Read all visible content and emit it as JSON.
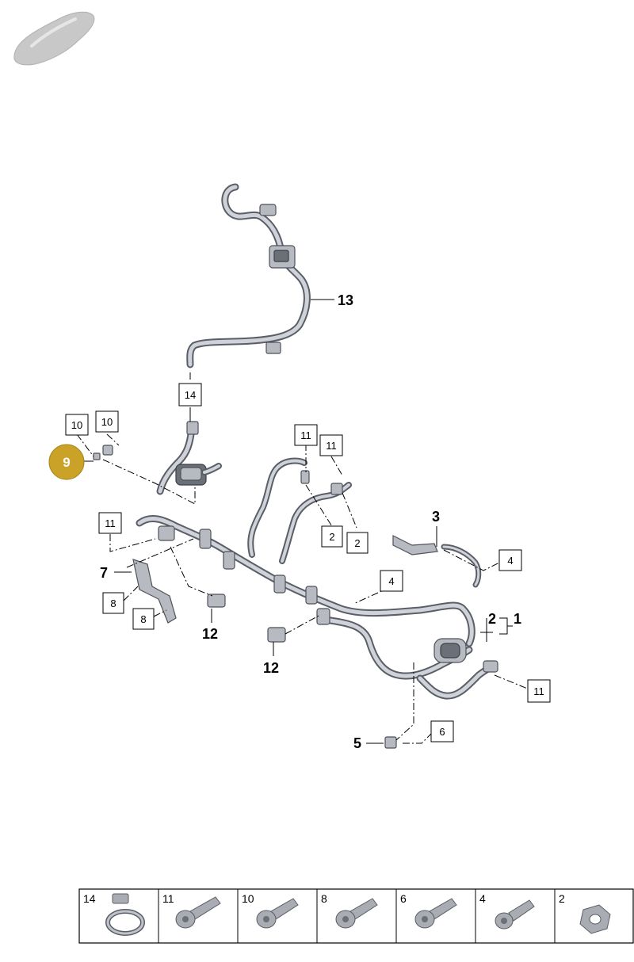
{
  "diagram": {
    "callouts_boxed": [
      "14",
      "10",
      "10",
      "11",
      "11",
      "11",
      "2",
      "2",
      "8",
      "8",
      "4",
      "4",
      "6",
      "11"
    ],
    "callouts_plain": [
      "13",
      "3",
      "7",
      "12",
      "12",
      "2",
      "1",
      "5"
    ],
    "highlighted_callout": "9",
    "accent_color": "#c9a227"
  },
  "legend": {
    "items": [
      "14",
      "11",
      "10",
      "8",
      "6",
      "4",
      "2"
    ]
  }
}
